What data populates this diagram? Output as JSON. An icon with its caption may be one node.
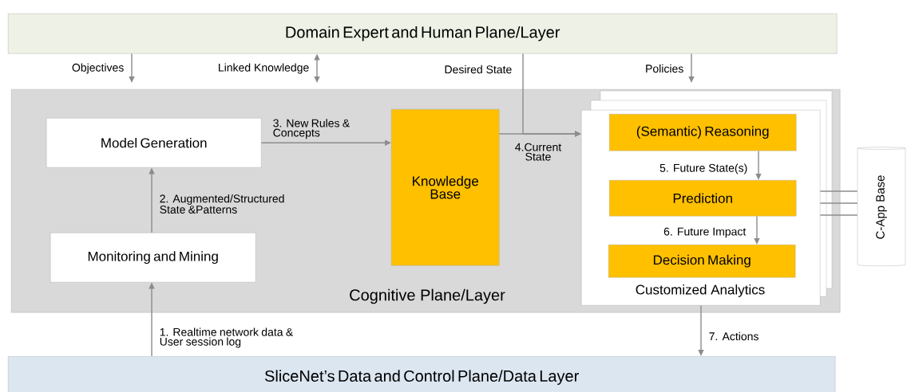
{
  "diagram": {
    "nodes": [
      {
        "text": [
          "Domain Expert and Human Plane/Layer"
        ]
      },
      {
        "text": [
          "Cognitive Plane/Layer"
        ]
      },
      {
        "text": [
          "Model Generation"
        ],
        "in": 1
      },
      {
        "text": [
          "Monitoring and Mining"
        ],
        "in": 1
      },
      {
        "text": [
          "Knowledge Base"
        ],
        "in": 1
      },
      {
        "text": [
          "Customized Analytics"
        ],
        "in": 1
      },
      {
        "text": [
          "(Semantic) Reasoning"
        ],
        "in": 5
      },
      {
        "text": [
          "Prediction"
        ],
        "in": 5
      },
      {
        "text": [
          "Decision Making"
        ],
        "in": 5
      },
      {
        "text": [
          "C-App Base"
        ]
      },
      {
        "text": [
          "SliceNet’s Data and Control Plane/Data Layer"
        ]
      }
    ],
    "edges": [
      {
        "from": 0,
        "to": 1,
        "arrow": "to",
        "label": "Objectives"
      },
      {
        "from": 0,
        "to": 1,
        "arrow": "both",
        "label": "Linked Knowledge"
      },
      {
        "from": 0,
        "to": 5,
        "arrow": "to",
        "label": "Desired State"
      },
      {
        "from": 0,
        "to": 1,
        "arrow": "to",
        "label": "Policies"
      },
      {
        "from": 3,
        "to": 2,
        "arrow": "to",
        "label": "2. Augmented/Structured State &Patterns"
      },
      {
        "from": 2,
        "to": 4,
        "arrow": "to",
        "label": "3. New Rules & Concepts"
      },
      {
        "from": 4,
        "to": 5,
        "arrow": "to",
        "label": "4.Current State"
      },
      {
        "from": 6,
        "to": 7,
        "arrow": "to",
        "label": "5. Future State(s)"
      },
      {
        "from": 7,
        "to": 8,
        "arrow": "to",
        "label": "6. Future Impact"
      },
      {
        "from": 5,
        "to": 10,
        "arrow": "to",
        "label": "7. Actions"
      },
      {
        "from": 10,
        "to": 3,
        "arrow": "to",
        "label": "1. Realtime network data & User session log"
      },
      {
        "from": 5,
        "to": 9,
        "arrow": "none"
      },
      {
        "from": 5,
        "to": 9,
        "arrow": "none"
      },
      {
        "from": 5,
        "to": 9,
        "arrow": "none"
      }
    ]
  }
}
